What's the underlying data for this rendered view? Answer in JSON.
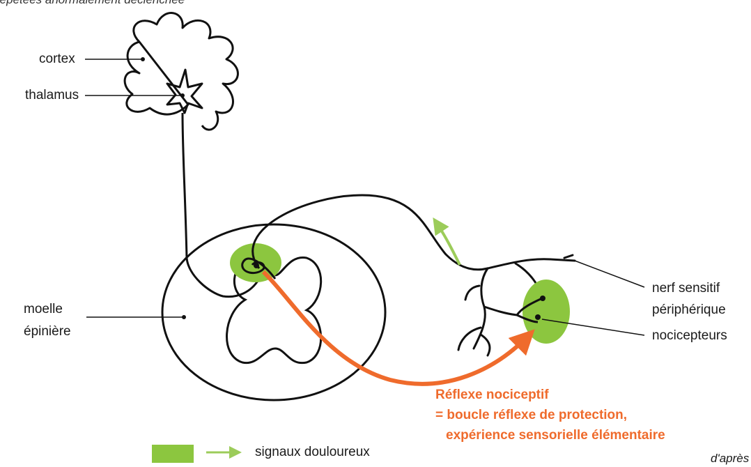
{
  "header_fragment": "répétées anormalement déclenchée",
  "labels": {
    "cortex": "cortex",
    "thalamus": "thalamus",
    "moelle_line1": "moelle",
    "moelle_line2": "épinière",
    "nerf_line1": "nerf sensitif",
    "nerf_line2": "périphérique",
    "nocicepteurs": "nocicepteurs"
  },
  "reflex": {
    "title": "Réflexe nociceptif",
    "line2": "= boucle réflexe de protection,",
    "line3": "expérience sensorielle élémentaire"
  },
  "legend": {
    "signals": "signaux douloureux"
  },
  "credit": "d'après",
  "colors": {
    "green_zone": "#8cc63f",
    "arrow_green": "#9ccc5a",
    "reflex_orange": "#ef6b2c",
    "line": "#111111"
  }
}
